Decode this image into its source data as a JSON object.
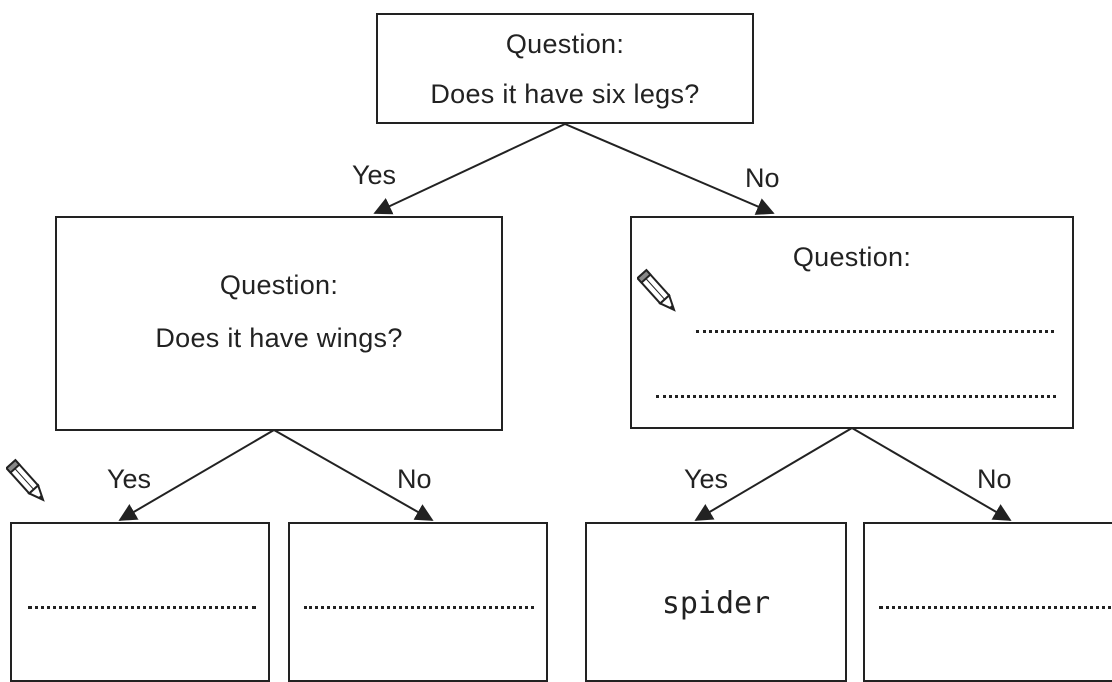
{
  "root": {
    "heading": "Question:",
    "question": "Does it have six legs?"
  },
  "left_node": {
    "heading": "Question:",
    "question": "Does it have wings?",
    "yes_label": "Yes",
    "no_label": "No"
  },
  "right_node": {
    "heading": "Question:",
    "yes_label": "Yes",
    "no_label": "No"
  },
  "root_edges": {
    "yes_label": "Yes",
    "no_label": "No"
  },
  "leaves": {
    "spider": "spider"
  },
  "icons": [
    "pencil-icon",
    "pencil-icon"
  ]
}
